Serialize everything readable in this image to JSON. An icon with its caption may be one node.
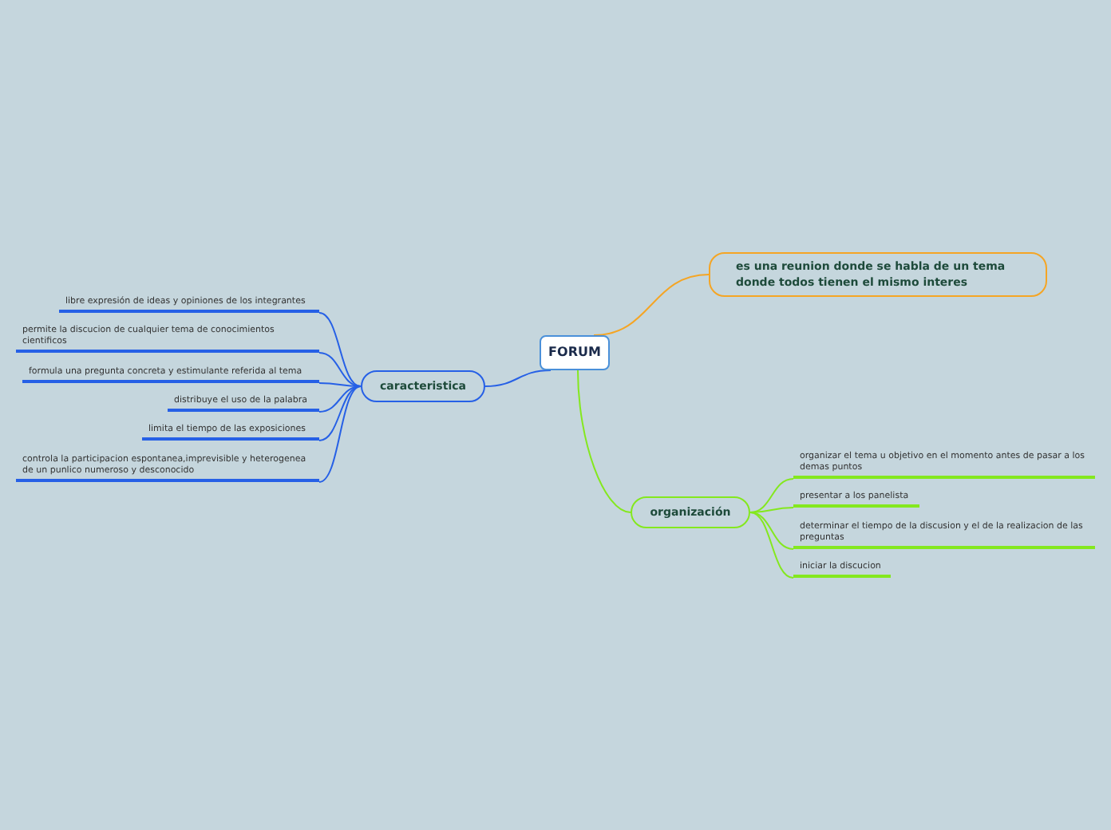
{
  "diagram": {
    "nodes": [
      {
        "text": [
          "FORUM"
        ]
      },
      {
        "text": [
          "es una reunion donde se habla de un tema donde todos tienen el mismo interes"
        ]
      },
      {
        "text": [
          "caracteristica"
        ]
      },
      {
        "text": [
          "libre expresión de ideas y opiniones de los integrantes"
        ]
      },
      {
        "text": [
          "permite la discucion de cualquier tema de conocimientos cientificos"
        ]
      },
      {
        "text": [
          "formula una pregunta concreta y estimulante referida al tema"
        ]
      },
      {
        "text": [
          "distribuye el uso de la palabra"
        ]
      },
      {
        "text": [
          "limita el tiempo de las exposiciones"
        ]
      },
      {
        "text": [
          "controla la participacion espontanea,imprevisible y heterogenea de un punlico numeroso y desconocido"
        ]
      },
      {
        "text": [
          "organización"
        ]
      },
      {
        "text": [
          "organizar el tema u objetivo en el momento antes de pasar a los demas puntos"
        ]
      },
      {
        "text": [
          "presentar a los panelista"
        ]
      },
      {
        "text": [
          "determinar el tiempo de la discusion y el de la realizacion de las preguntas"
        ]
      },
      {
        "text": [
          "iniciar la discucion"
        ]
      }
    ],
    "edges": [
      {
        "from": 0,
        "to": 1,
        "arrow": "none",
        "color": "#f5a524"
      },
      {
        "from": 0,
        "to": 2,
        "arrow": "none",
        "color": "#2660e6"
      },
      {
        "from": 0,
        "to": 9,
        "arrow": "none",
        "color": "#84e81e"
      },
      {
        "from": 2,
        "to": 3,
        "arrow": "none",
        "color": "#2660e6"
      },
      {
        "from": 2,
        "to": 4,
        "arrow": "none",
        "color": "#2660e6"
      },
      {
        "from": 2,
        "to": 5,
        "arrow": "none",
        "color": "#2660e6"
      },
      {
        "from": 2,
        "to": 6,
        "arrow": "none",
        "color": "#2660e6"
      },
      {
        "from": 2,
        "to": 7,
        "arrow": "none",
        "color": "#2660e6"
      },
      {
        "from": 2,
        "to": 8,
        "arrow": "none",
        "color": "#2660e6"
      },
      {
        "from": 9,
        "to": 10,
        "arrow": "none",
        "color": "#84e81e"
      },
      {
        "from": 9,
        "to": 11,
        "arrow": "none",
        "color": "#84e81e"
      },
      {
        "from": 9,
        "to": 12,
        "arrow": "none",
        "color": "#84e81e"
      },
      {
        "from": 9,
        "to": 13,
        "arrow": "none",
        "color": "#84e81e"
      }
    ]
  }
}
